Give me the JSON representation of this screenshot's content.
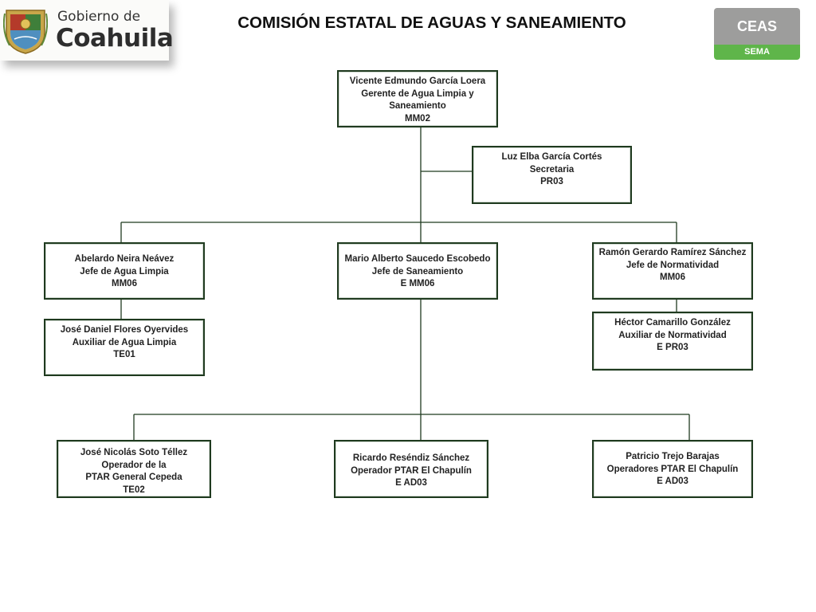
{
  "header": {
    "logo_line1": "Gobierno de",
    "logo_line2": "Coahuila",
    "title": "COMISIÓN ESTATAL DE AGUAS Y SANEAMIENTO",
    "badge_top": "CEAS",
    "badge_bottom": "SEMA"
  },
  "colors": {
    "node_border": "#1f3a1f",
    "connector": "#1f3a1f",
    "badge_gray": "#9d9d9c",
    "badge_green": "#5fb54a"
  },
  "org": {
    "gerente": {
      "name": "Vicente Edmundo García Loera",
      "role_1": "Gerente de Agua Limpia y",
      "role_2": "Saneamiento",
      "code": "MM02"
    },
    "secretaria": {
      "name": "Luz Elba García Cortés",
      "role": "Secretaria",
      "code": "PR03"
    },
    "jefe_agua": {
      "name": "Abelardo Neira Neávez",
      "role": "Jefe de Agua Limpia",
      "code": "MM06"
    },
    "jefe_saneamiento": {
      "name": "Mario  Alberto Saucedo Escobedo",
      "role": "Jefe de Saneamiento",
      "code": "E  MM06"
    },
    "jefe_normatividad": {
      "name": "Ramón Gerardo Ramírez Sánchez",
      "role": "Jefe de Normatividad",
      "code": "MM06"
    },
    "aux_agua": {
      "name": "José Daniel Flores Oyervides",
      "role": "Auxiliar de Agua Limpia",
      "code": "TE01"
    },
    "aux_normatividad": {
      "name": "Héctor Camarillo González",
      "role": "Auxiliar de Normatividad",
      "code": "E  PR03"
    },
    "operador_cepeda": {
      "name": "José Nicolás Soto Téllez",
      "role_1": "Operador de la",
      "role_2": "PTAR General Cepeda",
      "code": "TE02"
    },
    "operador_chapulin": {
      "name": "Ricardo Reséndiz Sánchez",
      "role": "Operador PTAR El Chapulín",
      "code": "E   AD03"
    },
    "operadores_chapulin": {
      "name": "Patricio Trejo Barajas",
      "role": "Operadores PTAR El Chapulín",
      "code": "E   AD03"
    }
  }
}
